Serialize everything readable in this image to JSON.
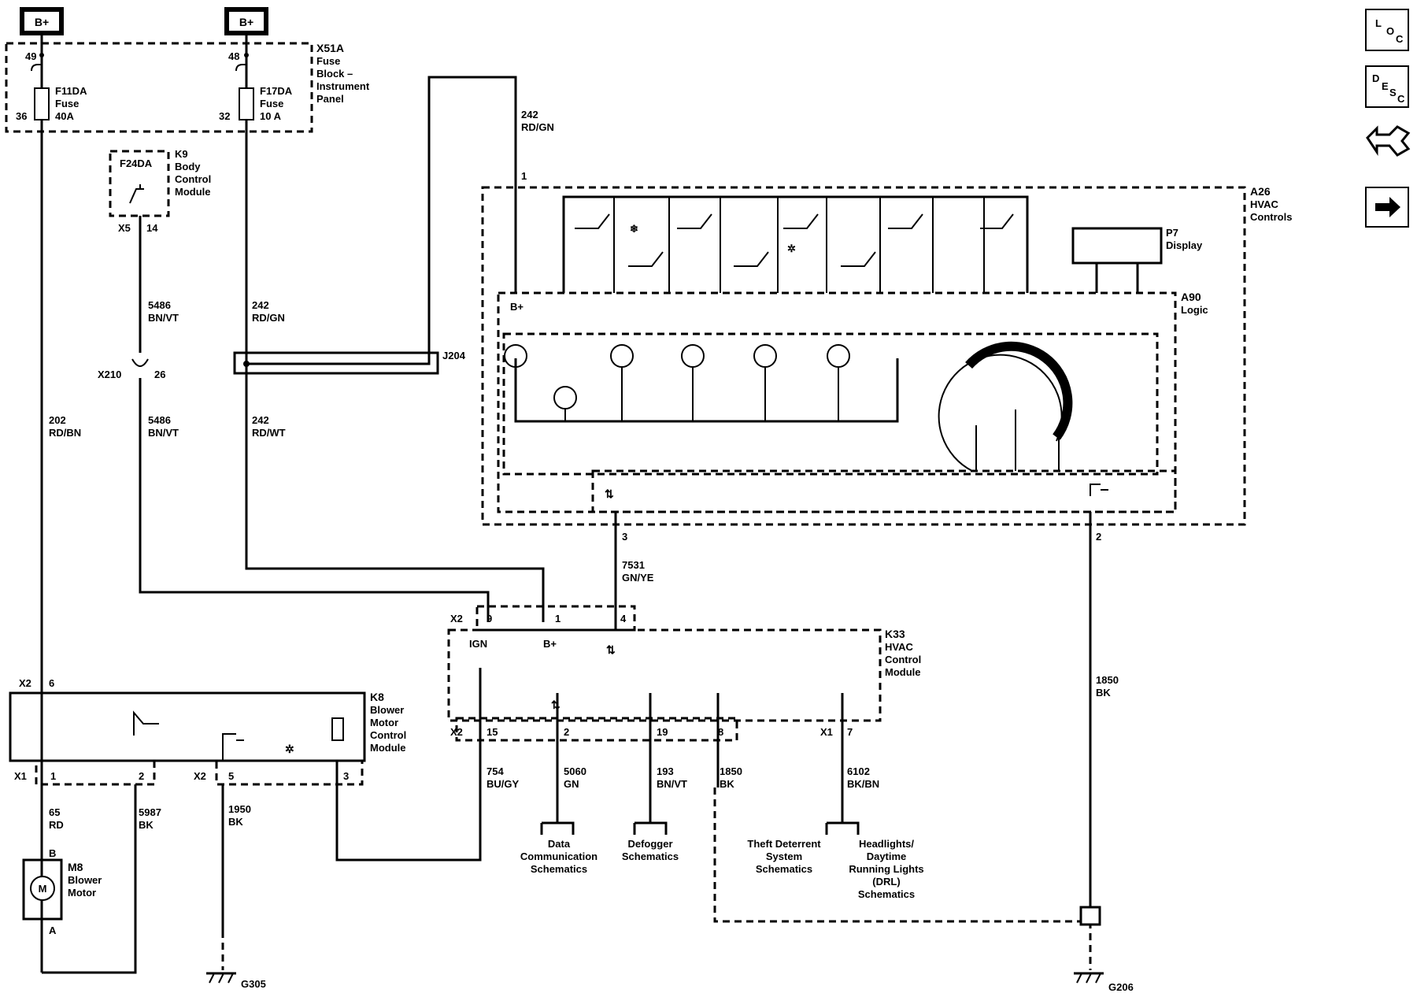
{
  "power": {
    "bplus_1": "B+",
    "bplus_2": "B+"
  },
  "fuse_block": {
    "id": "X51A",
    "name_lines": [
      "Fuse",
      "Block –",
      "Instrument",
      "Panel"
    ],
    "fuse1": {
      "in_pin": "49",
      "out_pin": "36",
      "id": "F11DA",
      "kind": "Fuse",
      "rating": "40A"
    },
    "fuse2": {
      "in_pin": "48",
      "out_pin": "32",
      "id": "F17DA",
      "kind": "Fuse",
      "rating": "10 A"
    }
  },
  "bcm": {
    "fuse": "F24DA",
    "id": "K9",
    "name_lines": [
      "Body",
      "Control",
      "Module"
    ],
    "conn": "X5",
    "pin": "14"
  },
  "wires": {
    "w242_top": {
      "circuit": "242",
      "color": "RD/GN"
    },
    "w242_mid": {
      "circuit": "242",
      "color": "RD/GN"
    },
    "w242_low": {
      "circuit": "242",
      "color": "RD/WT"
    },
    "w5486_a": {
      "circuit": "5486",
      "color": "BN/VT"
    },
    "w5486_b": {
      "circuit": "5486",
      "color": "BN/VT"
    },
    "w202": {
      "circuit": "202",
      "color": "RD/BN"
    },
    "w7531": {
      "circuit": "7531",
      "color": "GN/YE"
    },
    "w1850_right": {
      "circuit": "1850",
      "color": "BK"
    },
    "w65": {
      "circuit": "65",
      "color": "RD"
    },
    "w5987": {
      "circuit": "5987",
      "color": "BK"
    },
    "w1950": {
      "circuit": "1950",
      "color": "BK"
    },
    "w754": {
      "circuit": "754",
      "color": "BU/GY"
    },
    "w5060": {
      "circuit": "5060",
      "color": "GN"
    },
    "w193": {
      "circuit": "193",
      "color": "BN/VT"
    },
    "w1850_k33": {
      "circuit": "1850",
      "color": "BK"
    },
    "w6102": {
      "circuit": "6102",
      "color": "BK/BN"
    }
  },
  "inline_conn": {
    "id": "X210",
    "pin": "26"
  },
  "splice": {
    "id": "J204"
  },
  "hvac_controls": {
    "id": "A26",
    "name_lines": [
      "HVAC",
      "Controls"
    ],
    "pin_top": "1",
    "pin_data": "3",
    "pin_gnd": "2",
    "display": {
      "id": "P7",
      "name": "Display"
    },
    "logic": {
      "id": "A90",
      "name": "Logic",
      "bplus": "B+"
    }
  },
  "k33": {
    "id": "K33",
    "name_lines": [
      "HVAC",
      "Control",
      "Module"
    ],
    "x2": "X2",
    "pins_top": [
      "9",
      "1",
      "4"
    ],
    "pin_labels": [
      "IGN",
      "B+"
    ],
    "x2_bottom": "X2",
    "pins_bottom": [
      "15",
      "2",
      "19",
      "8"
    ],
    "x1": "X1",
    "pin_x1": "7"
  },
  "k8": {
    "id": "K8",
    "name_lines": [
      "Blower",
      "Motor",
      "Control",
      "Module"
    ],
    "x2_top": "X2",
    "pin_top": "6",
    "x1": "X1",
    "pins_x1": [
      "1",
      "2"
    ],
    "x2": "X2",
    "pins_x2": [
      "5",
      "3"
    ]
  },
  "motor": {
    "id": "M8",
    "name_lines": [
      "Blower",
      "Motor"
    ],
    "symbol": "M",
    "pin_b": "B",
    "pin_a": "A"
  },
  "grounds": {
    "g305": "G305",
    "g206": "G206"
  },
  "refs": {
    "data_comm": [
      "Data",
      "Communication",
      "Schematics"
    ],
    "defogger": [
      "Defogger",
      "Schematics"
    ],
    "theft": [
      "Theft Deterrent",
      "System",
      "Schematics"
    ],
    "drl": [
      "Headlights/",
      "Daytime",
      "Running Lights",
      "(DRL)",
      "Schematics"
    ]
  },
  "nav": {
    "loc": [
      "L",
      "O",
      "C"
    ],
    "desc": [
      "D",
      "E",
      "S",
      "C"
    ],
    "icons": [
      "connector-view-icon",
      "next-arrow-icon"
    ]
  }
}
